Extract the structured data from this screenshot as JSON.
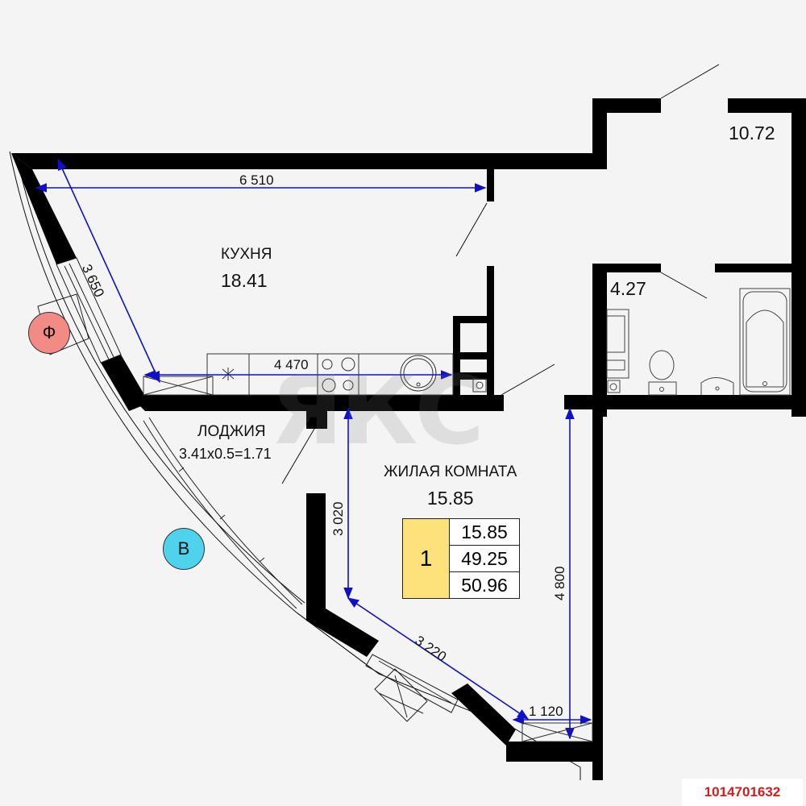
{
  "rooms": {
    "kitchen": {
      "name": "КУХНЯ",
      "area": "18.41"
    },
    "hall": {
      "area": "10.72"
    },
    "bathroom": {
      "area": "4.27"
    },
    "loggia": {
      "name": "ЛОДЖИЯ",
      "formula": "3.41x0.5=1.71"
    },
    "living_room": {
      "name": "ЖИЛАЯ КОМНАТА",
      "area": "15.85"
    }
  },
  "dimensions": {
    "kitchen_width": "6 510",
    "kitchen_diag": "3 650",
    "counter_length": "4 470",
    "living_height_left": "3 020",
    "living_height_right": "4 800",
    "living_diag": "3 220",
    "living_bottom": "1 120"
  },
  "markers": {
    "facade_f": "Ф",
    "facade_v": "В"
  },
  "summary": {
    "rooms_count": "1",
    "living_area": "15.85",
    "total_area": "49.25",
    "total_with_loggia": "50.96"
  },
  "watermark": "ЯКС",
  "listing_id": "1014701632",
  "colors": {
    "wall": "#000000",
    "dimension_line": "#1010c8",
    "marker_f": "#f28b85",
    "marker_v": "#4fd3ec",
    "summary_fill": "#fde17a",
    "listing_id": "#d41c1c",
    "background": "#f4f4f4"
  }
}
